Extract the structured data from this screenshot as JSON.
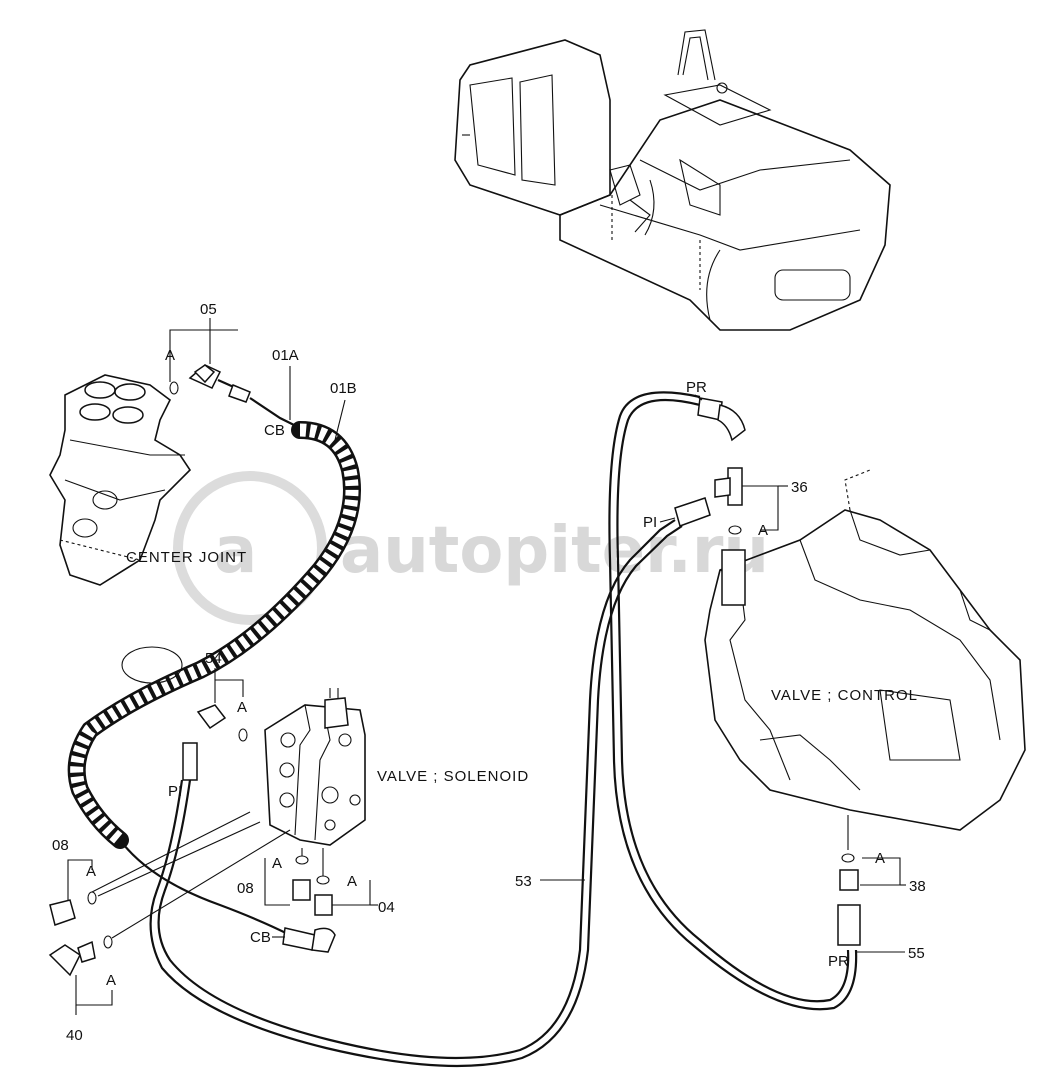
{
  "watermark": {
    "text": "autopiter.ru"
  },
  "components": {
    "center_joint": "CENTER JOINT",
    "valve_solenoid": "VALVE ; SOLENOID",
    "valve_control": "VALVE ; CONTROL"
  },
  "callouts": {
    "p05": "05",
    "p01a": "01A",
    "p01b": "01B",
    "p36": "36",
    "p54": "54",
    "p08_top": "08",
    "p08_mid": "08",
    "p04": "04",
    "p53": "53",
    "p38": "38",
    "p55": "55",
    "p40": "40"
  },
  "port_labels": {
    "a_05": "A",
    "a_36": "A",
    "a_54": "A",
    "a_08": "A",
    "a_sol_left": "A",
    "a_04": "A",
    "a_38": "A",
    "a_40": "A",
    "cb_01a": "CB",
    "cb_bottom": "CB",
    "pr_top": "PR",
    "pi_right": "PI",
    "pi_left": "PI",
    "pr_bottom": "PR"
  }
}
